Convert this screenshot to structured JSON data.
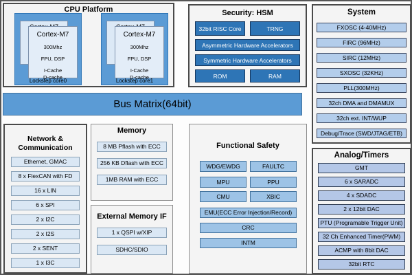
{
  "colors": {
    "bus_fill": "#5b9bd5",
    "core_container_fill": "#5b9bd5",
    "core_card_fill": "#dce9f6",
    "hsm_button_fill": "#2e75b6",
    "item_light_fill": "#dae7f4",
    "item_medium_fill": "#9dc3e6",
    "item_periwinkle_fill": "#b4c7e7"
  },
  "cpu_platform": {
    "title": "CPU Platform",
    "cores": [
      {
        "back_label": "Cortex-M7",
        "front_label": "Cortex-M7",
        "freq": "300Mhz",
        "fpu": "FPU, DSP",
        "icache": "I-Cache",
        "dcache": "D-cache",
        "caption": "Lockstep core0"
      },
      {
        "back_label": "Cortex-M7",
        "front_label": "Cortex-M7",
        "freq": "300Mhz",
        "fpu": "FPU, DSP",
        "icache": "I-Cache",
        "dcache": "D-cache",
        "caption": "Lockstep core1"
      }
    ]
  },
  "security_hsm": {
    "title": "Security: HSM",
    "row_top": [
      "32bit RISC Core",
      "TRNG"
    ],
    "row_wide": [
      "Asymmetric Hardware Accelerators",
      "Symmetric Hardware Accelerators"
    ],
    "row_bottom": [
      "ROM",
      "RAM"
    ]
  },
  "system": {
    "title": "System",
    "items": [
      "FXOSC (4-40MHz)",
      "FIRC (96MHz)",
      "SIRC (12MHz)",
      "SXOSC (32KHz)",
      "PLL(300MHz)",
      "32ch DMA and DMAMUX",
      "32ch ext. INT/WUP",
      "Debug/Trace (SWD/JTAG/ETB)"
    ]
  },
  "bus_matrix": {
    "label": "Bus Matrix(64bit)"
  },
  "network_communication": {
    "title": "Network & Communication",
    "items": [
      "Ethernet, GMAC",
      "8 x FlexCAN with FD",
      "16 x LIN",
      "6 x SPI",
      "2 x I2C",
      "2 x I2S",
      "2 x SENT",
      "1 x I3C"
    ]
  },
  "memory": {
    "title": "Memory",
    "items": [
      "8 MB Pflash with ECC",
      "256 KB Dflash with ECC",
      "1MB RAM with ECC"
    ]
  },
  "external_memory_if": {
    "title": "External Memory IF",
    "items": [
      "1 x QSPI w/XIP",
      "SDHC/SDIO"
    ]
  },
  "functional_safety": {
    "title": "Functional Safety",
    "pair_rows": [
      [
        "WDG/EWDG",
        "FAULTC"
      ],
      [
        "MPU",
        "PPU"
      ],
      [
        "CMU",
        "XBIC"
      ]
    ],
    "wide_items": [
      "EMU(ECC Error Injection/Record)",
      "CRC",
      "INTM"
    ]
  },
  "analog_timers": {
    "title": "Analog/Timers",
    "items": [
      "GMT",
      "6 x SARADC",
      "4 x SDADC",
      "2 x 12bit DAC",
      "PTU (Programable Trigger Unit)",
      "32 Ch Enhanced Timer(PWM)",
      "ACMP with 8bit DAC",
      "32bit RTC"
    ]
  }
}
